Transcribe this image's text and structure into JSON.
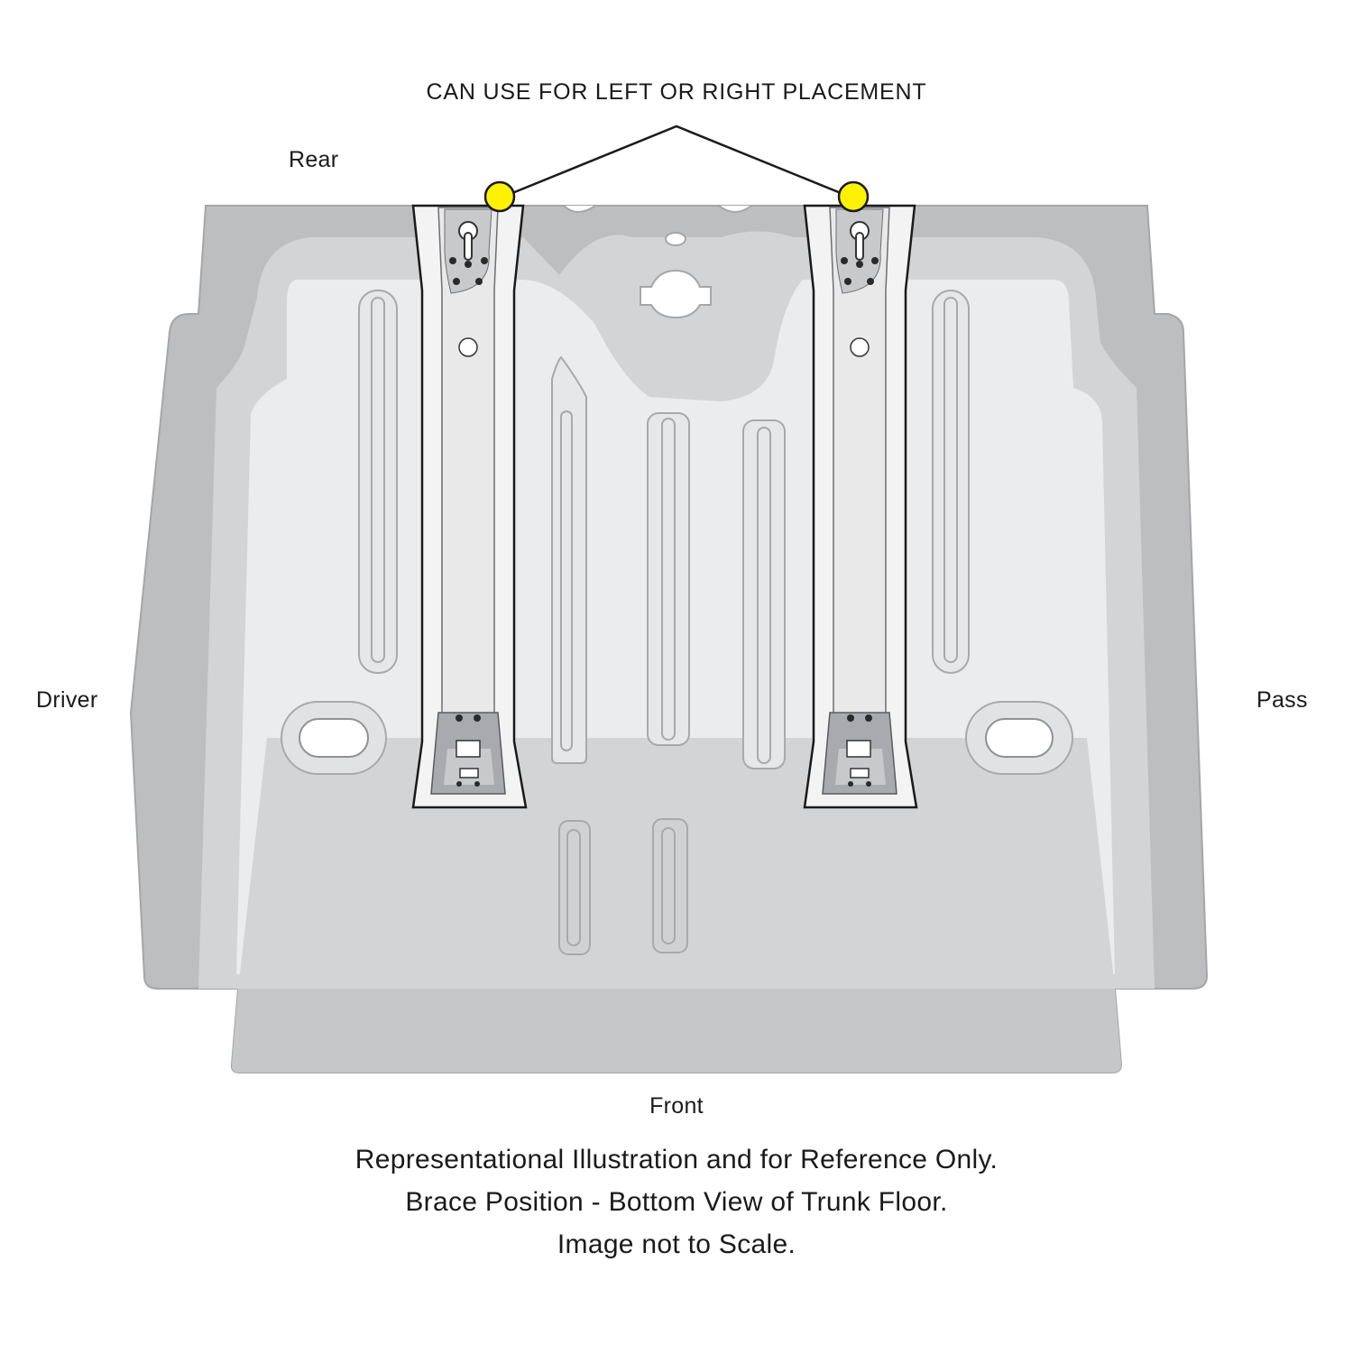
{
  "labels": {
    "callout": "CAN USE FOR LEFT OR RIGHT PLACEMENT",
    "rear": "Rear",
    "driver": "Driver",
    "pass": "Pass",
    "front": "Front"
  },
  "caption": {
    "line1": "Representational Illustration and for Reference Only.",
    "line2": "Brace Position - Bottom View of Trunk Floor.",
    "line3": "Image not to Scale."
  },
  "colors": {
    "outer_panel": "#bdbec0",
    "mid_panel": "#d7d8da",
    "inner_panel": "#ebecee",
    "front_panel": "#cfd0d2",
    "brace_body": "#f3f3f4",
    "brace_channel": "#dcdcde",
    "brace_end": "#a9aaad",
    "marker": "#fff200",
    "outline": "#1a1a1a"
  }
}
